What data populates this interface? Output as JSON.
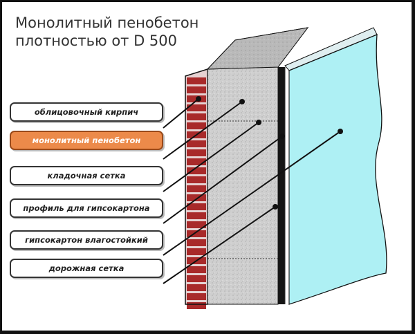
{
  "title": {
    "line1": "Монолитный пенобетон",
    "line2": "плотностью от D 500"
  },
  "labels": [
    "облицовочный кирпич",
    "монолитный пенобетон",
    "кладочная сетка",
    "профиль для гипсокартона",
    "гипсокартон влагостойкий",
    "дорожная сетка"
  ],
  "colors": {
    "brick": "#a82a2a",
    "brick_mortar": "#e6d2d2",
    "foam_concrete": "#cfcfcf",
    "drywall": "#aef0f4",
    "highlight_label": "#ec8a4a",
    "lines": "#111111"
  }
}
